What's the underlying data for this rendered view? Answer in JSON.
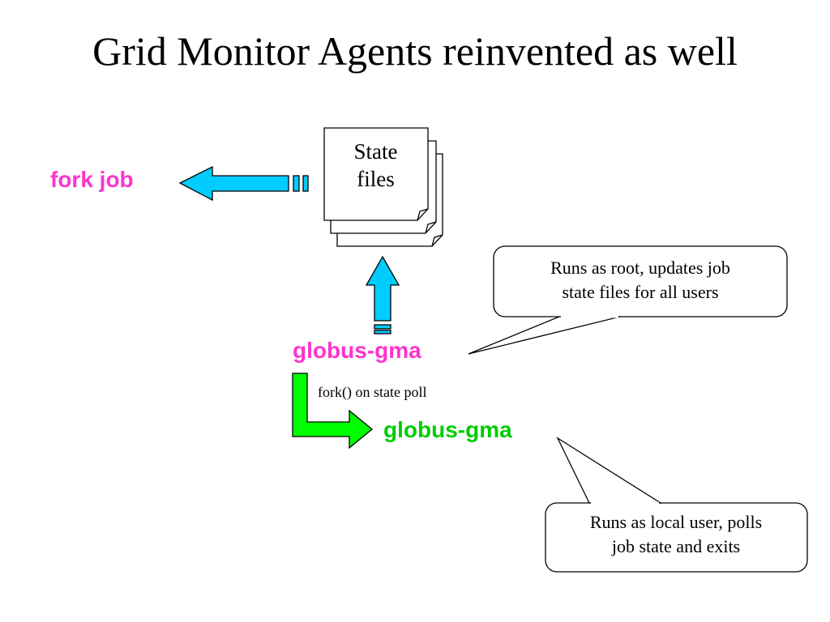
{
  "title": "Grid Monitor Agents reinvented as well",
  "nodes": {
    "fork_job": "fork job",
    "state_files": [
      "State",
      "files"
    ],
    "gma_root": "globus-gma",
    "gma_user": "globus-gma"
  },
  "edge_labels": {
    "fork_poll": "fork() on state poll"
  },
  "callouts": {
    "root": [
      "Runs as root, updates job",
      "state files for all users"
    ],
    "user": [
      "Runs as local user, polls",
      "job state and exits"
    ]
  },
  "colors": {
    "arrow_blue": "#00ccff",
    "arrow_green": "#00ff00",
    "text_pink": "#ff33cc",
    "text_green": "#00cc00"
  }
}
